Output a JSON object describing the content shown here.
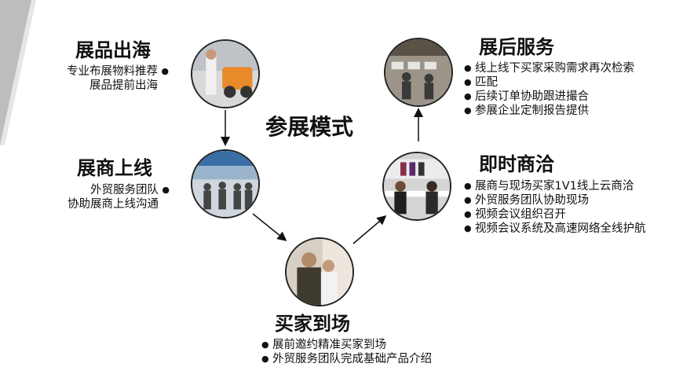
{
  "center_title": "参展模式",
  "nodes": {
    "exhibit_abroad": {
      "title": "展品出海",
      "items": [
        "专业布展物料推荐",
        "展品提前出海"
      ]
    },
    "exhibitor_online": {
      "title": "展商上线",
      "items": [
        "外贸服务团队",
        "协助展商上线沟通"
      ]
    },
    "buyer_onsite": {
      "title": "买家到场",
      "items": [
        "展前邀约精准买家到场",
        "外贸服务团队完成基础产品介绍"
      ]
    },
    "instant_negotiation": {
      "title": "即时商洽",
      "items": [
        "展商与现场买家1V1线上云商洽",
        "外贸服务团队协助现场",
        "视频会议组织召开",
        "视频会议系统及高速网络全线护航"
      ]
    },
    "post_show": {
      "title": "展后服务",
      "items": [
        "线上线下买家采购需求再次检索",
        "匹配",
        "后续订单协助跟进撮合",
        "参展企业定制报告提供"
      ]
    }
  },
  "colors": {
    "accent": "#111111",
    "corner": "#b9b9b9"
  }
}
